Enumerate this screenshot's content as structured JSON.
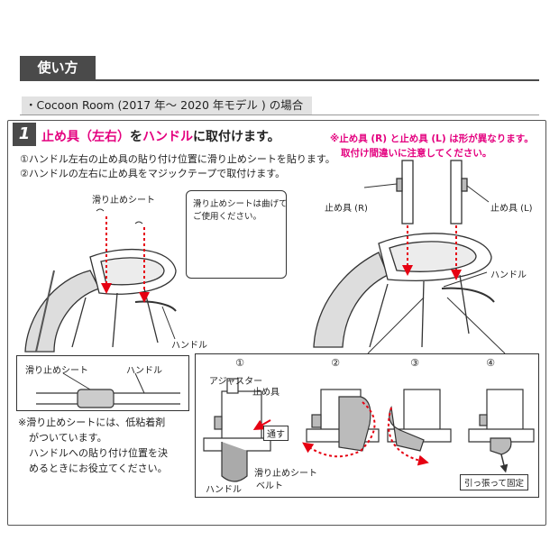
{
  "section_title": "使い方",
  "model_label": "・Cocoon Room (2017 年～ 2020 年モデル ) の場合",
  "step": {
    "number": "1",
    "heading_part1": "止め具（左右）",
    "heading_part2": "を",
    "heading_part3": "ハンドル",
    "heading_part4": "に取付けます。",
    "instructions": [
      "①ハンドル左右の止め具の貼り付け位置に滑り止めシートを貼ります。",
      "②ハンドルの左右に止め具をマジックテープで取付けます。"
    ]
  },
  "warning": [
    "※止め具 (R) と止め具 (L) は形が異なります。",
    "取付け間違いに注意してください。"
  ],
  "labels": {
    "anti_slip_sheet": "滑り止めシート",
    "handle": "ハンドル",
    "stopper_r": "止め具 (R)",
    "stopper_l": "止め具 (L)",
    "adjuster": "アジャスター",
    "stopper": "止め具",
    "pass_through": "通す",
    "belt": "ベルト",
    "pull_fix": "引っ張って固定"
  },
  "inset_note": [
    "滑り止めシートは曲げて",
    "ご使用ください。"
  ],
  "bottom_note": [
    "※滑り止めシートには、低粘着剤",
    "がついています。",
    "ハンドルへの貼り付け位置を決",
    "めるときにお役立てください。"
  ],
  "step_numbers": [
    "①",
    "②",
    "③",
    "④"
  ],
  "colors": {
    "accent": "#e4007f",
    "dark": "#4a4a4a",
    "arrow_red": "#e60012"
  }
}
